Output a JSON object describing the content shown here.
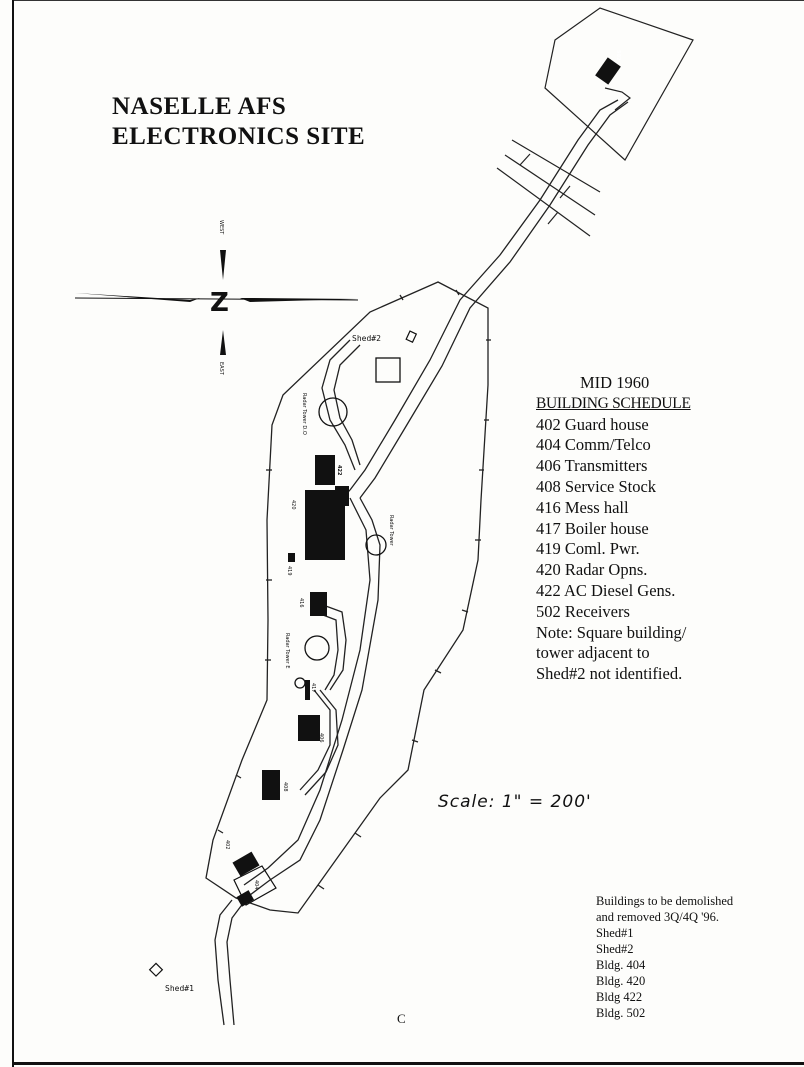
{
  "title": {
    "line1": "NASELLE AFS",
    "line2": "ELECTRONICS SITE"
  },
  "compass": {
    "center_letter": "Z",
    "top_label": "WEST",
    "bottom_label": "EAST"
  },
  "schedule": {
    "year": "MID 1960",
    "heading": "BUILDING SCHEDULE",
    "entries": [
      "402  Guard  house",
      "404  Comm/Telco",
      "406  Transmitters",
      "408  Service  Stock",
      "416  Mess  hall",
      "417  Boiler  house",
      "419  Coml.  Pwr.",
      "420  Radar  Opns.",
      "422  AC  Diesel  Gens.",
      "502  Receivers"
    ],
    "note": [
      "Note:  Square  building/",
      "tower  adjacent  to",
      "Shed#2  not  identified."
    ]
  },
  "scale": "Scale:  1\"  =  200'",
  "demolition": {
    "lines": [
      "Buildings  to  be  demolished",
      "and  removed  3Q/4Q  '96.",
      "Shed#1",
      "Shed#2",
      "Bldg.  404",
      "Bldg.  420",
      "Bldg   422",
      "Bldg.  502"
    ]
  },
  "page_mark": "C",
  "map_labels": {
    "shed1": "Shed#1",
    "shed2": "Shed#2",
    "b402": "402",
    "b404": "404",
    "b406": "406",
    "b408": "408",
    "b416": "416",
    "b417": "417",
    "b419": "419",
    "b420": "420",
    "b422": "422",
    "b502": "502",
    "radar_tower_a": "Radar Tower D.O",
    "radar_tower_b": "Radar Tower",
    "radar_tower_c": "Radar Tower E"
  }
}
